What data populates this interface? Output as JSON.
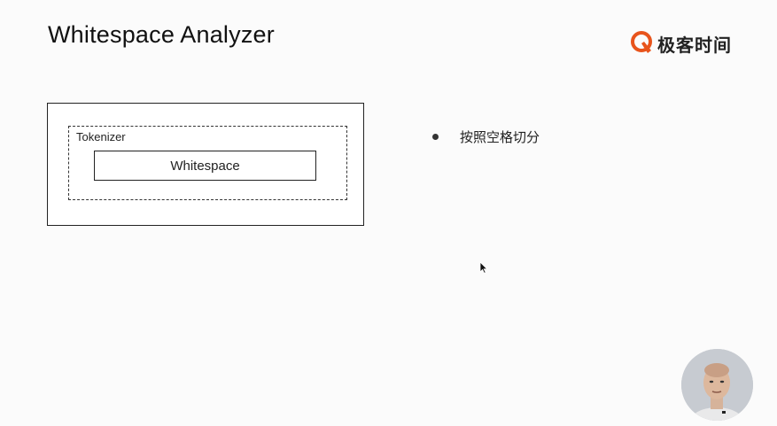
{
  "slide": {
    "title": "Whitespace Analyzer"
  },
  "logo": {
    "icon": "geektime-logo-icon",
    "text": "极客时间",
    "color": "#e8541c"
  },
  "diagram": {
    "tokenizer_label": "Tokenizer",
    "whitespace_label": "Whitespace"
  },
  "bullets": [
    {
      "text": "按照空格切分"
    }
  ],
  "presenter": {
    "icon": "presenter-video-thumbnail"
  }
}
